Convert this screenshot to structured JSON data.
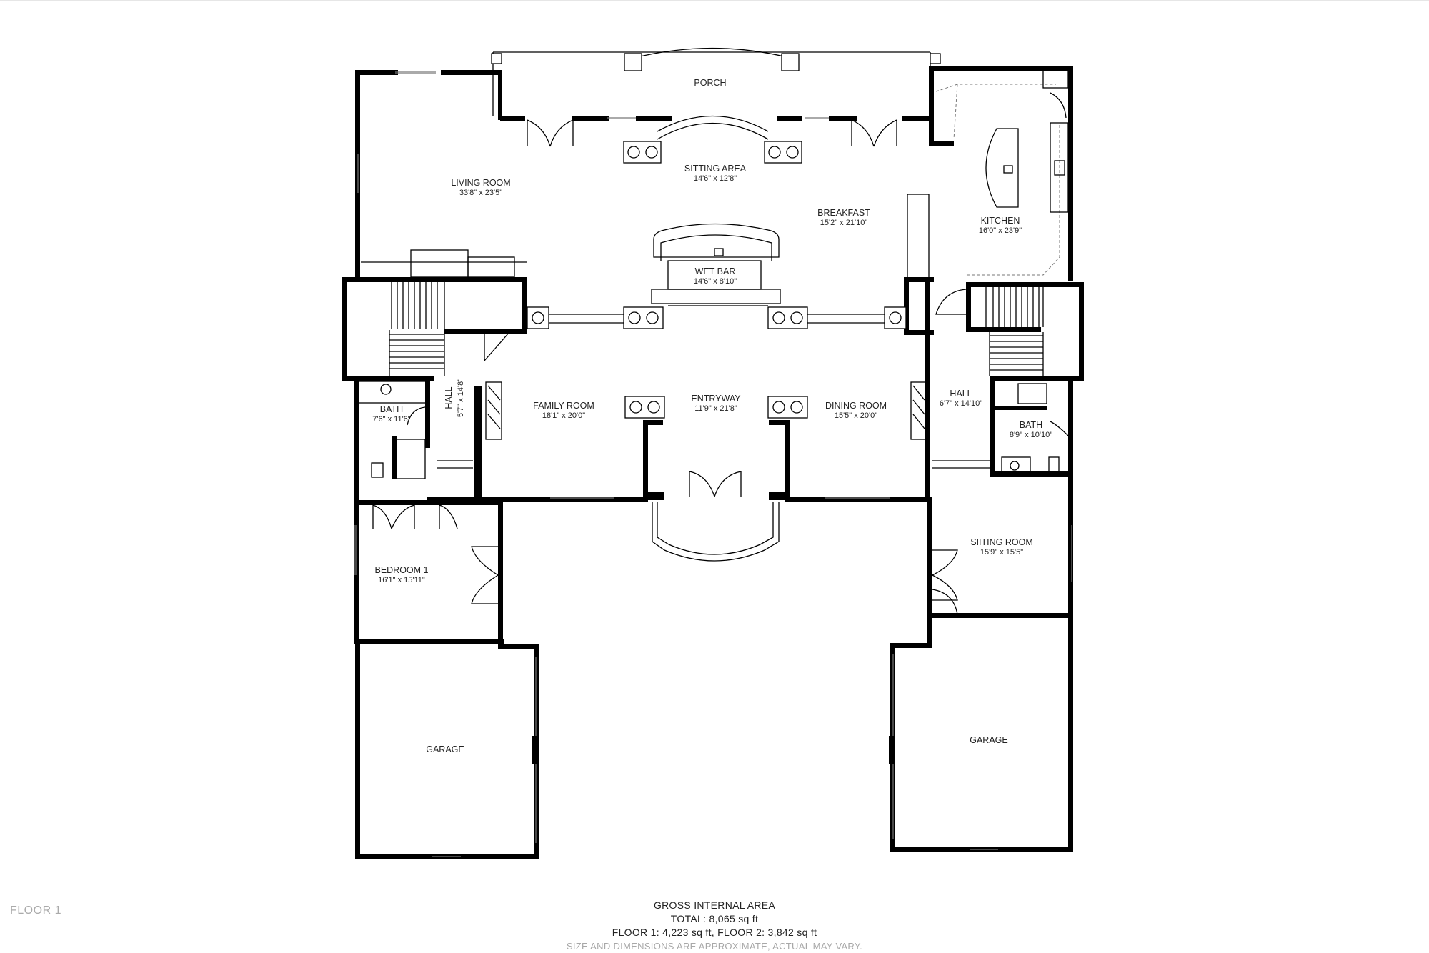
{
  "floor_label": "FLOOR 1",
  "rooms": [
    {
      "id": "porch",
      "name": "PORCH",
      "dims": ""
    },
    {
      "id": "living-room",
      "name": "LIVING ROOM",
      "dims": "33'8\" x 23'5\""
    },
    {
      "id": "sitting-area",
      "name": "SITTING AREA",
      "dims": "14'6\" x 12'8\""
    },
    {
      "id": "breakfast",
      "name": "BREAKFAST",
      "dims": "15'2\" x 21'10\""
    },
    {
      "id": "kitchen",
      "name": "KITCHEN",
      "dims": "16'0\" x 23'9\""
    },
    {
      "id": "wet-bar",
      "name": "WET BAR",
      "dims": "14'6\" x 8'10\""
    },
    {
      "id": "bath-left",
      "name": "BATH",
      "dims": "7'6\" x 11'6\""
    },
    {
      "id": "hall-left",
      "name": "HALL",
      "dims": "5'7\" x 14'8\""
    },
    {
      "id": "family-room",
      "name": "FAMILY ROOM",
      "dims": "18'1\" x 20'0\""
    },
    {
      "id": "entryway",
      "name": "ENTRYWAY",
      "dims": "11'9\" x 21'8\""
    },
    {
      "id": "dining-room",
      "name": "DINING ROOM",
      "dims": "15'5\" x 20'0\""
    },
    {
      "id": "hall-right",
      "name": "HALL",
      "dims": "6'7\" x 14'10\""
    },
    {
      "id": "bath-right",
      "name": "BATH",
      "dims": "8'9\" x 10'10\""
    },
    {
      "id": "bedroom-1",
      "name": "BEDROOM 1",
      "dims": "16'1\" x 15'11\""
    },
    {
      "id": "sitting-room",
      "name": "SIITING ROOM",
      "dims": "15'9\" x 15'5\""
    },
    {
      "id": "garage-left",
      "name": "GARAGE",
      "dims": ""
    },
    {
      "id": "garage-right",
      "name": "GARAGE",
      "dims": ""
    }
  ],
  "footer": {
    "title": "GROSS INTERNAL AREA",
    "total": "TOTAL: 8,065 sq ft",
    "floors": "FLOOR 1: 4,223 sq ft, FLOOR 2: 3,842 sq ft",
    "note": "SIZE AND DIMENSIONS ARE APPROXIMATE, ACTUAL MAY VARY."
  }
}
